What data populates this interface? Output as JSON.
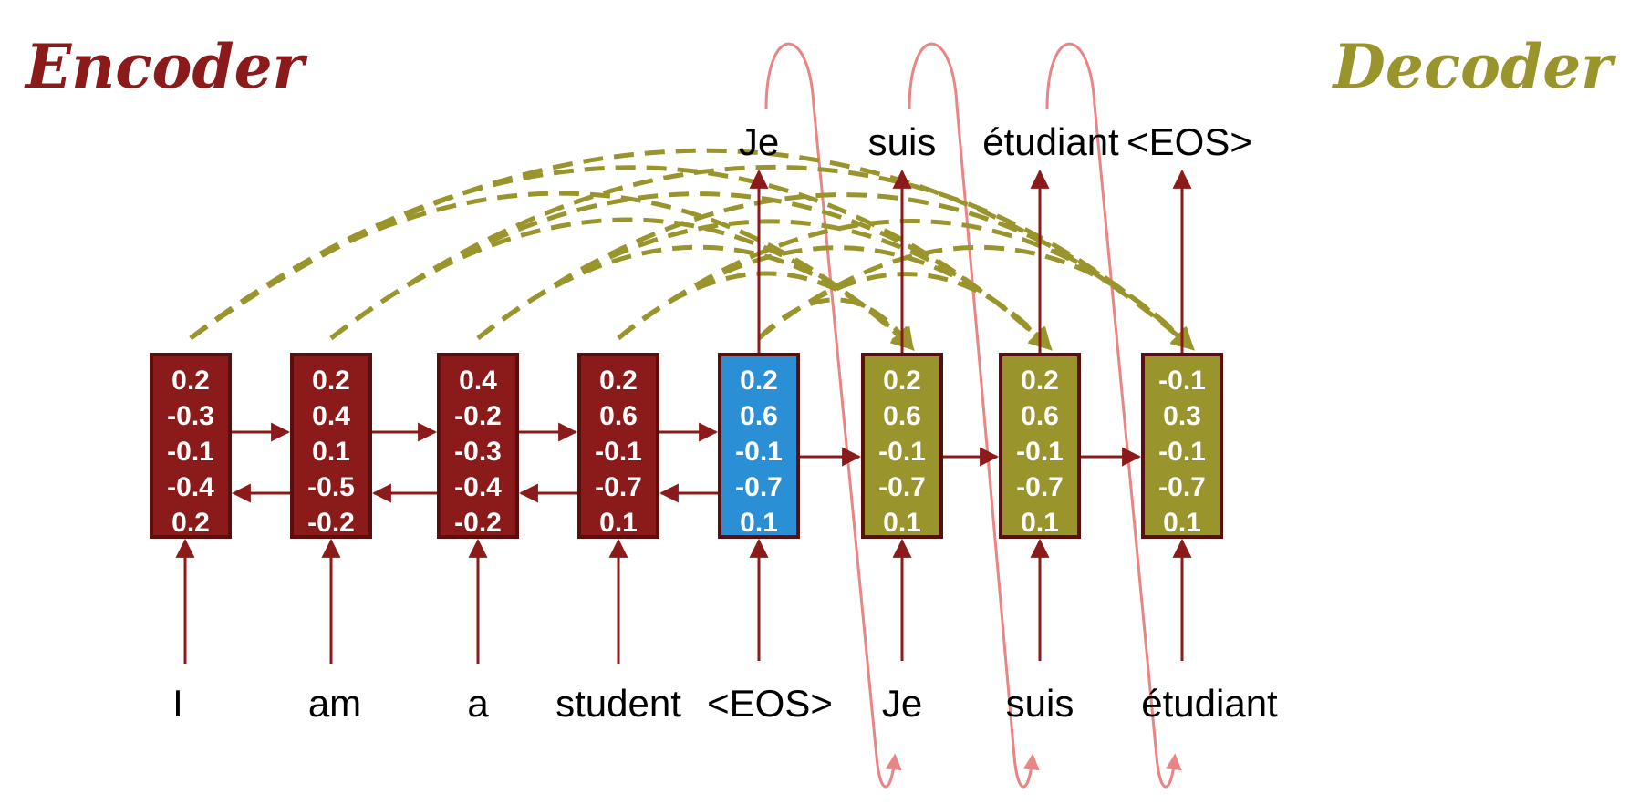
{
  "encoder_label": "Encoder",
  "decoder_label": "Decoder",
  "colors": {
    "encoder": "#8b1a1a",
    "encoder_border": "#5a0e0e",
    "bridge": "#2a8fd4",
    "decoder": "#9a942c",
    "decoder_border": "#5a0e0e",
    "arrow": "#8b1a1a",
    "attention": "#9a942c",
    "feedback": "#e88585",
    "title_encoder": "#8b1a1a",
    "title_decoder": "#9a942c"
  },
  "cells": [
    {
      "kind": "encoder",
      "input": "I",
      "values": [
        "0.2",
        "-0.3",
        "-0.1",
        "-0.4",
        "0.2"
      ]
    },
    {
      "kind": "encoder",
      "input": "am",
      "values": [
        "0.2",
        "0.4",
        "0.1",
        "-0.5",
        "-0.2"
      ]
    },
    {
      "kind": "encoder",
      "input": "a",
      "values": [
        "0.4",
        "-0.2",
        "-0.3",
        "-0.4",
        "-0.2"
      ]
    },
    {
      "kind": "encoder",
      "input": "student",
      "values": [
        "0.2",
        "0.6",
        "-0.1",
        "-0.7",
        "0.1"
      ]
    },
    {
      "kind": "bridge",
      "input": "<EOS>",
      "output": "Je",
      "values": [
        "0.2",
        "0.6",
        "-0.1",
        "-0.7",
        "0.1"
      ]
    },
    {
      "kind": "decoder",
      "input": "Je",
      "output": "suis",
      "values": [
        "0.2",
        "0.6",
        "-0.1",
        "-0.7",
        "0.1"
      ]
    },
    {
      "kind": "decoder",
      "input": "suis",
      "output": "étudiant",
      "values": [
        "0.2",
        "0.6",
        "-0.1",
        "-0.7",
        "0.1"
      ]
    },
    {
      "kind": "decoder",
      "input": "étudiant",
      "output": "<EOS>",
      "values": [
        "-0.1",
        "0.3",
        "-0.1",
        "-0.7",
        "0.1"
      ]
    }
  ]
}
